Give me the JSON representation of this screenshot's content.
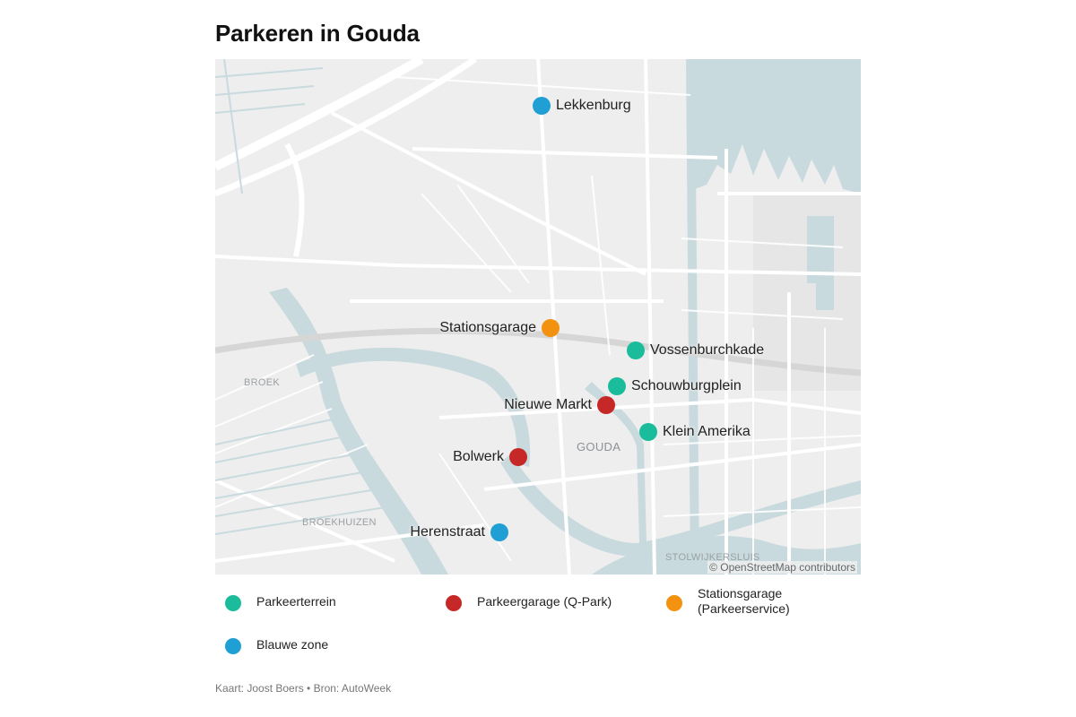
{
  "title": "Parkeren in Gouda",
  "colors": {
    "parkeerterrein": "#1abc9c",
    "parkeergarage": "#c62828",
    "stationsgarage": "#f39110",
    "blauwe_zone": "#1f9fd4",
    "land": "#eeeeee",
    "water": "#c9dadf",
    "road": "#ffffff"
  },
  "map": {
    "credit": "© OpenStreetMap contributors",
    "area_labels": [
      {
        "text": "BROEK"
      },
      {
        "text": "BROEKHUIZEN"
      },
      {
        "text": "GOUDA"
      },
      {
        "text": "STOLWIJKERSLUIS"
      }
    ],
    "markers": [
      {
        "name": "Lekkenburg",
        "category": "Blauwe zone"
      },
      {
        "name": "Stationsgarage",
        "category": "Stationsgarage (Parkeerservice)"
      },
      {
        "name": "Vossenburchkade",
        "category": "Parkeerterrein"
      },
      {
        "name": "Schouwburgplein",
        "category": "Parkeerterrein"
      },
      {
        "name": "Nieuwe Markt",
        "category": "Parkeergarage (Q-Park)"
      },
      {
        "name": "Klein Amerika",
        "category": "Parkeerterrein"
      },
      {
        "name": "Bolwerk",
        "category": "Parkeergarage (Q-Park)"
      },
      {
        "name": "Herenstraat",
        "category": "Blauwe zone"
      }
    ]
  },
  "legend": [
    {
      "label": "Parkeerterrein"
    },
    {
      "label": "Parkeergarage (Q-Park)"
    },
    {
      "label": "Stationsgarage (Parkeerservice)"
    },
    {
      "label": "Blauwe zone"
    }
  ],
  "footer": "Kaart: Joost Boers • Bron: AutoWeek"
}
